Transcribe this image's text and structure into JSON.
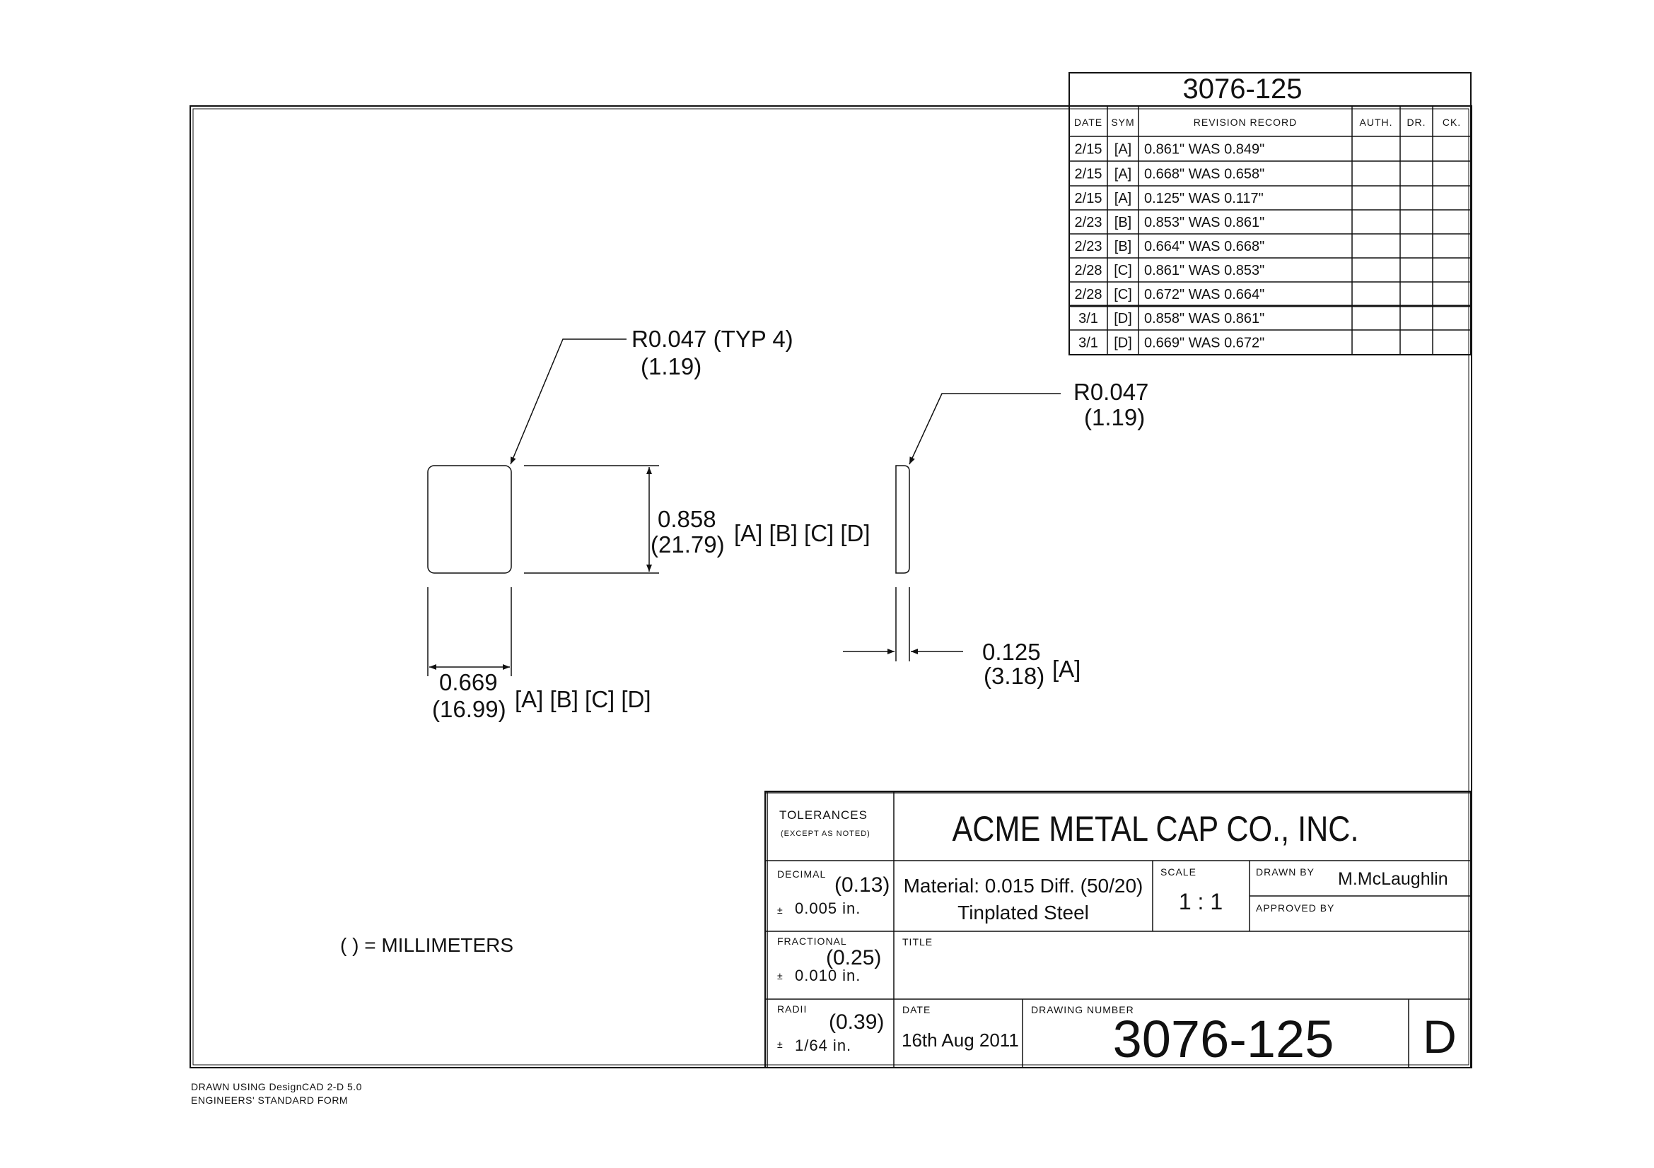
{
  "header_number": "3076-125",
  "revision_table": {
    "headers": [
      "DATE",
      "SYM",
      "REVISION RECORD",
      "AUTH.",
      "DR.",
      "CK."
    ],
    "rows": [
      {
        "date": "2/15",
        "sym": "[A]",
        "record": "0.861\" WAS 0.849\""
      },
      {
        "date": "2/15",
        "sym": "[A]",
        "record": "0.668\" WAS 0.658\""
      },
      {
        "date": "2/15",
        "sym": "[A]",
        "record": "0.125\" WAS 0.117\""
      },
      {
        "date": "2/23",
        "sym": "[B]",
        "record": "0.853\" WAS 0.861\""
      },
      {
        "date": "2/23",
        "sym": "[B]",
        "record": "0.664\" WAS 0.668\""
      },
      {
        "date": "2/28",
        "sym": "[C]",
        "record": "0.861\" WAS 0.853\""
      },
      {
        "date": "2/28",
        "sym": "[C]",
        "record": "0.672\" WAS 0.664\""
      },
      {
        "date": "3/1",
        "sym": "[D]",
        "record": "0.858\" WAS 0.861\""
      },
      {
        "date": "3/1",
        "sym": "[D]",
        "record": "0.669\" WAS 0.672\""
      }
    ]
  },
  "dimensions": {
    "radius_typ": "R0.047 (TYP 4)",
    "radius_typ_mm": "(1.19)",
    "radius_side": "R0.047",
    "radius_side_mm": "(1.19)",
    "height_in": "0.858",
    "height_mm": "(21.79)",
    "height_revs": "[A] [B] [C] [D]",
    "width_in": "0.669",
    "width_mm": "(16.99)",
    "width_revs": "[A] [B] [C] [D]",
    "thickness_in": "0.125",
    "thickness_mm": "(3.18)",
    "thickness_revs": "[A]"
  },
  "note_millimeters": "( ) = MILLIMETERS",
  "title_block": {
    "tolerances_label": "TOLERANCES",
    "tolerances_sub": "(EXCEPT AS NOTED)",
    "company": "ACME METAL CAP CO., INC.",
    "decimal_label": "DECIMAL",
    "decimal_mm": "(0.13)",
    "decimal_value": "0.005 in.",
    "material_line1": "Material: 0.015 Diff. (50/20)",
    "material_line2": "Tinplated Steel",
    "scale_label": "SCALE",
    "scale_value": "1 : 1",
    "drawn_by_label": "DRAWN BY",
    "drawn_by_value": "M.McLaughlin",
    "approved_by_label": "APPROVED BY",
    "fractional_label": "FRACTIONAL",
    "fractional_mm": "(0.25)",
    "fractional_value": "0.010 in.",
    "title_label": "TITLE",
    "radii_label": "RADII",
    "radii_mm": "(0.39)",
    "radii_value": "1/64 in.",
    "date_label": "DATE",
    "date_value": "16th Aug 2011",
    "drawing_number_label": "DRAWING NUMBER",
    "drawing_number": "3076-125",
    "size_letter": "D",
    "plus_minus": "±"
  },
  "footer": {
    "line1": "DRAWN USING DesignCAD 2-D 5.0",
    "line2": "ENGINEERS' STANDARD FORM"
  }
}
